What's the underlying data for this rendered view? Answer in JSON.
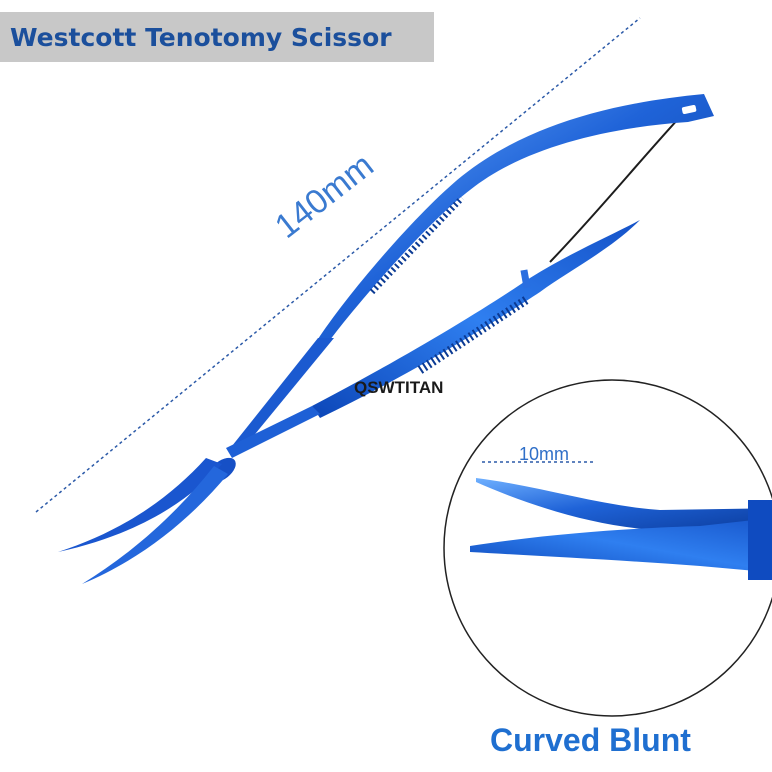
{
  "title": "Westcott Tenotomy Scissor",
  "dimensions": {
    "length": "140mm",
    "tip_length": "10mm"
  },
  "brand": "QSWTITAN",
  "caption": "Curved Blunt",
  "colors": {
    "title_background": "#c8c8c8",
    "title_text": "#1b4f9c",
    "instrument_blue": "#1f63d8",
    "caption_text": "#1f6fd0"
  }
}
